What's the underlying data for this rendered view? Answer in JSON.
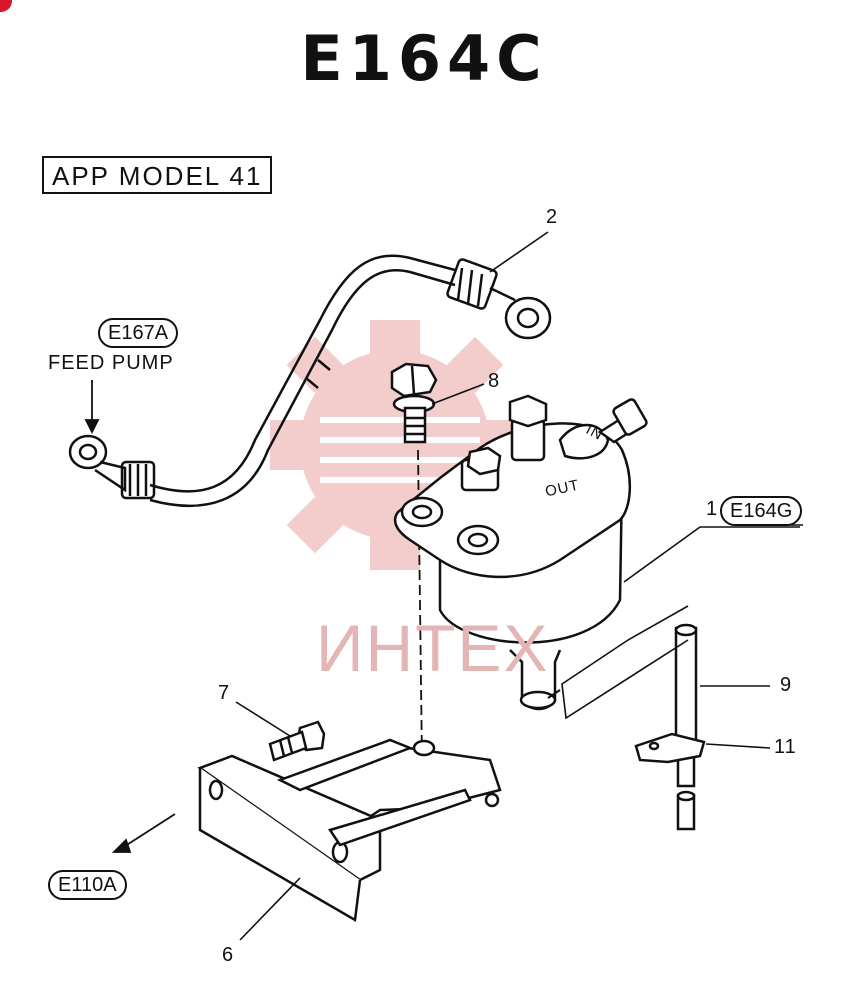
{
  "page": {
    "title": "E164C"
  },
  "model_box": {
    "label": "APP MODEL 41"
  },
  "references": {
    "feed_pump_ref": "E167A",
    "feed_pump_label": "FEED PUMP",
    "filter_ref": "E164G",
    "bracket_ref": "E110A"
  },
  "callouts": {
    "part_1": "1",
    "part_2": "2",
    "part_6": "6",
    "part_7": "7",
    "part_8": "8",
    "part_9": "9",
    "part_11": "11"
  },
  "filter_marks": {
    "in": "IN",
    "out": "OUT"
  },
  "watermark": {
    "text": "ИНТЕХ",
    "color": "#e8b6b6"
  },
  "colors": {
    "ink": "#111111",
    "brand_red": "#d9162a"
  }
}
